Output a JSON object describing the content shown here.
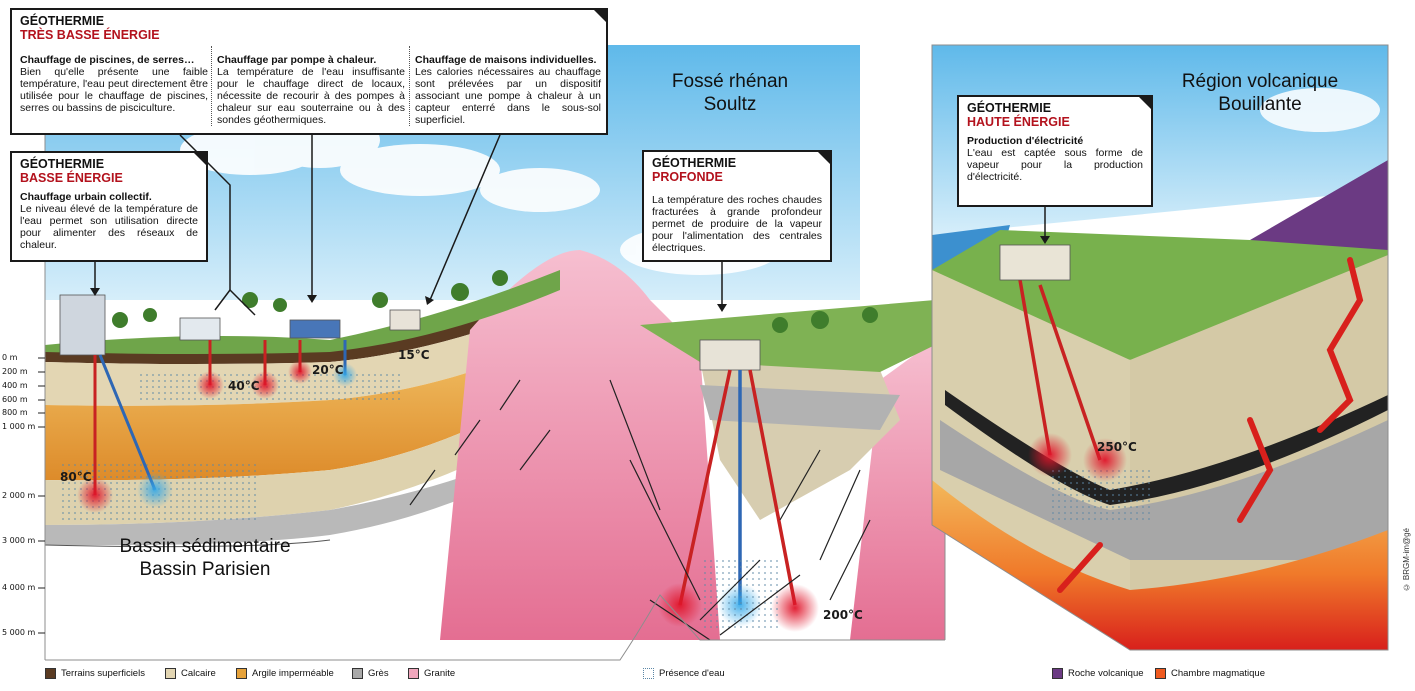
{
  "callouts": {
    "tres_basse": {
      "title": "GÉOTHERMIE",
      "subtitle": "TRÈS BASSE ÉNERGIE",
      "columns": [
        {
          "heading": "Chauffage de piscines, de serres…",
          "body": "Bien qu'elle présente une faible température, l'eau peut directement être utilisée pour le chauffage de piscines, serres ou bassins de pisciculture."
        },
        {
          "heading": "Chauffage par pompe à chaleur.",
          "body": "La température de l'eau insuffisante pour le chauffage direct de locaux, nécessite de recourir à des pompes à chaleur sur eau souterraine ou à des sondes géothermiques."
        },
        {
          "heading": "Chauffage de maisons individuelles.",
          "body": "Les calories nécessaires au chauffage sont prélevées par un dispositif associant une pompe à chaleur à un capteur enterré dans le sous-sol superficiel."
        }
      ]
    },
    "basse": {
      "title": "GÉOTHERMIE",
      "subtitle": "BASSE ÉNERGIE",
      "heading": "Chauffage urbain collectif.",
      "body": "Le niveau élevé de la température de l'eau permet son utilisation directe pour alimenter des réseaux de chaleur."
    },
    "profonde": {
      "title": "GÉOTHERMIE",
      "subtitle": "PROFONDE",
      "body": "La température des roches chaudes fracturées à grande profondeur permet de produire de la vapeur pour l'alimentation des centrales électriques."
    },
    "haute": {
      "title": "GÉOTHERMIE",
      "subtitle": "HAUTE ÉNERGIE",
      "heading": "Production d'électricité",
      "body": "L'eau est captée sous forme de vapeur pour la production d'électricité."
    }
  },
  "regions": {
    "rhenan": {
      "line1": "Fossé rhénan",
      "line2": "Soultz"
    },
    "volcanique": {
      "line1": "Région volcanique",
      "line2": "Bouillante"
    },
    "basin": {
      "line1": "Bassin sédimentaire",
      "line2": "Bassin Parisien"
    }
  },
  "depth_axis": [
    "0 m",
    "200 m",
    "400 m",
    "600 m",
    "800 m",
    "1 000 m",
    "2 000 m",
    "3 000 m",
    "4 000 m",
    "5 000 m"
  ],
  "temperatures": {
    "t15": "15°C",
    "t20": "20°C",
    "t40": "40°C",
    "t80": "80°C",
    "t200": "200°C",
    "t250": "250°C"
  },
  "legend": [
    {
      "label": "Terrains superficiels",
      "color": "#5a3b22"
    },
    {
      "label": "Calcaire",
      "color": "#e3d6b3"
    },
    {
      "label": "Argile imperméable",
      "color": "#e6a23a"
    },
    {
      "label": "Grès",
      "color": "#a9a9a9"
    },
    {
      "label": "Granite",
      "color": "#f1a7bd"
    },
    {
      "label": "Présence d'eau",
      "color": "#ffffff"
    },
    {
      "label": "Roche volcanique",
      "color": "#6b3a83"
    },
    {
      "label": "Chambre magmatique",
      "color": "#ef5a1f"
    }
  ],
  "credit": "© BRGM-im@gé",
  "colors": {
    "accent_red": "#b3121d",
    "sky": "#7cc6ec",
    "granite": "#f1a7bd",
    "magma": "#ef5a1f"
  }
}
